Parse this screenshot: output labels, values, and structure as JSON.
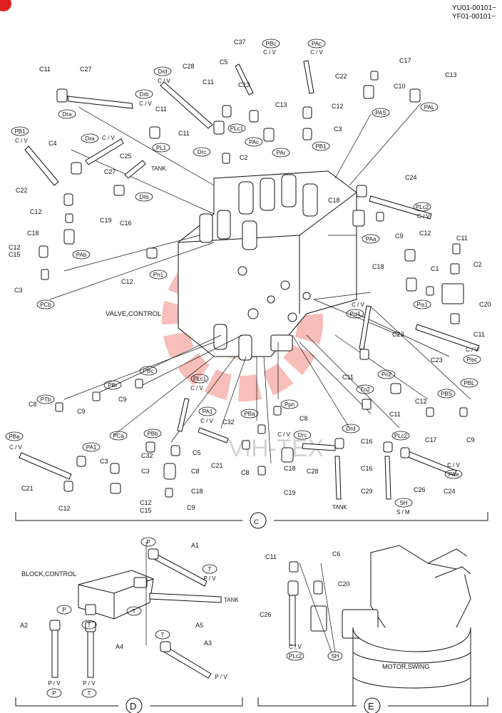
{
  "header": {
    "code1": "YU01-00101~",
    "code2": "YF01-00101~"
  },
  "watermark": {
    "text": "VIH-TEX",
    "color": "#e8443a"
  },
  "sections": {
    "c": "C",
    "d": "D",
    "e": "E"
  },
  "assemblies": {
    "valve": "VALVE,CONTROL",
    "block": "BLOCK,CONTROL",
    "motor": "MOTOR,SWING"
  },
  "c_labels": [
    "C11",
    "C27",
    "C37",
    "C5",
    "C28",
    "C11",
    "C13",
    "C22",
    "C17",
    "C10",
    "C13",
    "C11",
    "C12",
    "C3",
    "C11",
    "C2",
    "C13",
    "C4",
    "C27",
    "C25",
    "C22",
    "C12",
    "C16",
    "C19",
    "C18",
    "C12",
    "C15",
    "C3",
    "C12",
    "C24",
    "C18",
    "C9",
    "C12",
    "C11",
    "C2",
    "C1",
    "C20",
    "C18",
    "C11",
    "C23",
    "C23",
    "C11",
    "C12",
    "C11",
    "C8",
    "C9",
    "C9",
    "C8",
    "C17",
    "C9",
    "C21",
    "C3",
    "C32",
    "C5",
    "C8",
    "C32",
    "C3",
    "C12",
    "C15",
    "C18",
    "C9",
    "C21",
    "C8",
    "C18",
    "C19",
    "C28",
    "C16",
    "C16",
    "C29",
    "C26",
    "C24",
    "C12"
  ],
  "c_tags": [
    "PBc",
    "PAc",
    "Drd",
    "Drb",
    "PLc1",
    "PAc",
    "Dra",
    "PAS",
    "PAL",
    "PB1",
    "Drc",
    "PAr",
    "PB1",
    "PL1",
    "Dra",
    "Drb",
    "PAb",
    "Pn1",
    "PCb",
    "PLc2",
    "PAa",
    "Pis1",
    "Pis1",
    "Pisc",
    "Pn2",
    "Tn2",
    "PBS",
    "PBL",
    "PTb",
    "PBr",
    "PBc",
    "PLc1",
    "Ppn",
    "PBa",
    "PBa",
    "PA1",
    "PA1",
    "PCa",
    "PBb",
    "Drc",
    "Drd",
    "PLc2",
    "PAa",
    "SH"
  ],
  "c_pv": [
    "C / V",
    "C / V",
    "C / V",
    "C / V",
    "C / V",
    "C / V",
    "C / V",
    "C / V",
    "C / V",
    "C / V",
    "C / V",
    "C / V",
    "C / V",
    "C / V"
  ],
  "c_words": {
    "tank1": "TANK",
    "tank2": "TANK",
    "sm": "S / M"
  },
  "d_labels": [
    "A1",
    "A2",
    "A3",
    "A4",
    "A5"
  ],
  "d_tags": [
    "P",
    "T",
    "P",
    "T",
    "T",
    "P",
    "T",
    "T"
  ],
  "d_words": {
    "tank": "TANK",
    "pv1": "P / V",
    "pv2": "P / V",
    "pv3": "P / V",
    "pv4": "P / V"
  },
  "e_labels": [
    "C11",
    "C6",
    "C20",
    "C26"
  ],
  "e_tags": [
    "PLc2",
    "SH"
  ],
  "e_words": {
    "cv": "C / V"
  }
}
